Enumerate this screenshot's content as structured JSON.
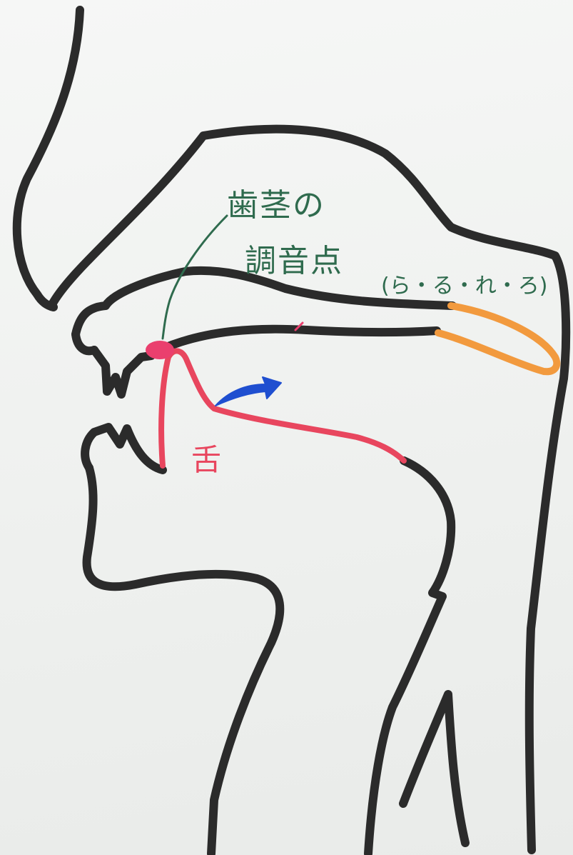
{
  "diagram": {
    "label_line1": "歯茎の",
    "label_line2": "調音点",
    "sounds": "(ら・る・れ・ろ)",
    "tongue_label": "舌"
  },
  "colors": {
    "outline": "#2b2b2b",
    "label_green": "#2f6b4e",
    "tongue_red": "#e8465e",
    "articulation_point": "#ea3f6e",
    "airflow_arrow": "#1f4fd0",
    "soft_palate": "#f29a3e"
  },
  "icons": {
    "airflow": "arrow-icon",
    "articulation_point": "dot-icon"
  }
}
